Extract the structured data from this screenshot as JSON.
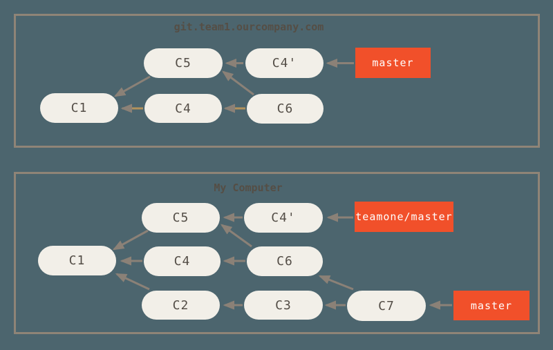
{
  "figure": {
    "description": "Git commit history diagram with a server repository and a local repository",
    "colors": {
      "background": "#4c656e",
      "panel_border": "#8f8477",
      "node_fill": "#f2efe8",
      "node_text": "#534d46",
      "branch_label_fill": "#f1502a",
      "branch_label_text": "#ffffff",
      "arrow_gray": "#8b8177",
      "arrow_tan": "#b3925c",
      "title_text": "#554e45"
    }
  },
  "panel1": {
    "title": "git.team1.ourcompany.com",
    "nodes": {
      "c1": "C1",
      "c4": "C4",
      "c5": "C5",
      "c4p": "C4'",
      "c6": "C6"
    },
    "branch_master": "master",
    "edges": [
      {
        "from": "C4'",
        "to": "C5"
      },
      {
        "from": "master",
        "to": "C4'"
      },
      {
        "from": "C5",
        "to": "C1"
      },
      {
        "from": "C4",
        "to": "C1"
      },
      {
        "from": "C6",
        "to": "C4"
      },
      {
        "from": "C6",
        "to": "C5"
      }
    ]
  },
  "panel2": {
    "title": "My Computer",
    "nodes": {
      "c1": "C1",
      "c4": "C4",
      "c5": "C5",
      "c4p": "C4'",
      "c6": "C6",
      "c2": "C2",
      "c3": "C3",
      "c7": "C7"
    },
    "branch_teamone_master": "teamone/master",
    "branch_master": "master",
    "edges": [
      {
        "from": "C4'",
        "to": "C5"
      },
      {
        "from": "teamone/master",
        "to": "C4'"
      },
      {
        "from": "C5",
        "to": "C1"
      },
      {
        "from": "C4",
        "to": "C1"
      },
      {
        "from": "C6",
        "to": "C4"
      },
      {
        "from": "C6",
        "to": "C5"
      },
      {
        "from": "C2",
        "to": "C1"
      },
      {
        "from": "C3",
        "to": "C2"
      },
      {
        "from": "C7",
        "to": "C3"
      },
      {
        "from": "C7",
        "to": "C6"
      },
      {
        "from": "master",
        "to": "C7"
      }
    ]
  }
}
